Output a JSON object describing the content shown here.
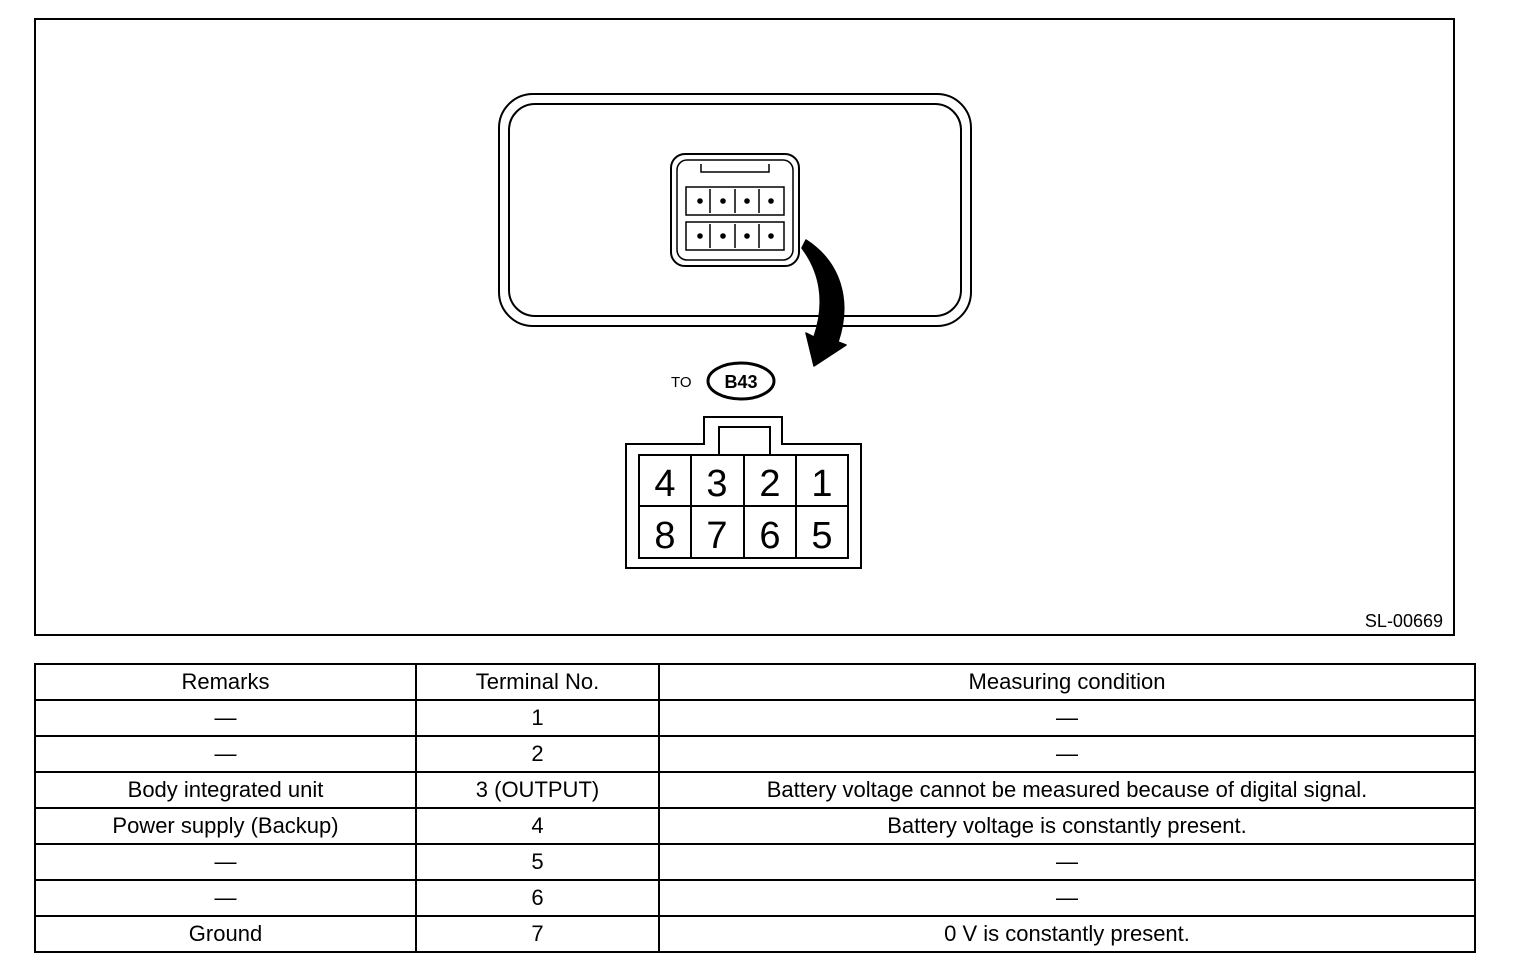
{
  "diagram": {
    "to_label": "TO",
    "connector_id": "B43",
    "figure_id": "SL-00669",
    "pins_top_row": [
      "4",
      "3",
      "2",
      "1"
    ],
    "pins_bottom_row": [
      "8",
      "7",
      "6",
      "5"
    ]
  },
  "table": {
    "headers": [
      "Remarks",
      "Terminal No.",
      "Measuring condition"
    ],
    "rows": [
      [
        "—",
        "1",
        "—"
      ],
      [
        "—",
        "2",
        "—"
      ],
      [
        "Body integrated unit",
        "3 (OUTPUT)",
        "Battery voltage cannot be measured because of digital signal."
      ],
      [
        "Power supply (Backup)",
        "4",
        "Battery voltage is constantly present."
      ],
      [
        "—",
        "5",
        "—"
      ],
      [
        "—",
        "6",
        "—"
      ],
      [
        "Ground",
        "7",
        "0 V is constantly present."
      ]
    ]
  }
}
